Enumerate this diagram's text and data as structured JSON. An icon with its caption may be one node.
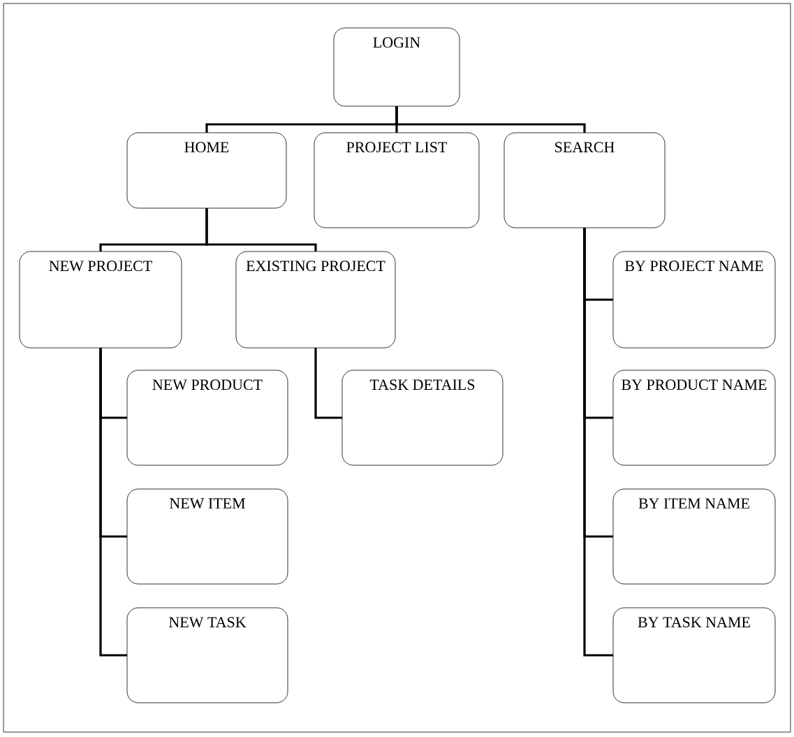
{
  "diagram": {
    "nodes": [
      {
        "text": [
          "LOGIN"
        ]
      },
      {
        "text": [
          "HOME"
        ]
      },
      {
        "text": [
          "PROJECT LIST"
        ]
      },
      {
        "text": [
          "SEARCH"
        ]
      },
      {
        "text": [
          "NEW PROJECT"
        ]
      },
      {
        "text": [
          "EXISTING PROJECT"
        ]
      },
      {
        "text": [
          "BY PROJECT NAME"
        ]
      },
      {
        "text": [
          "NEW PRODUCT"
        ]
      },
      {
        "text": [
          "TASK DETAILS"
        ]
      },
      {
        "text": [
          "BY PRODUCT NAME"
        ]
      },
      {
        "text": [
          "NEW ITEM"
        ]
      },
      {
        "text": [
          "BY ITEM NAME"
        ]
      },
      {
        "text": [
          "NEW TASK"
        ]
      },
      {
        "text": [
          "BY TASK NAME"
        ]
      }
    ],
    "edges": [
      {
        "from": 0,
        "to": 1,
        "arrow": "none"
      },
      {
        "from": 0,
        "to": 2,
        "arrow": "none"
      },
      {
        "from": 0,
        "to": 3,
        "arrow": "none"
      },
      {
        "from": 1,
        "to": 4,
        "arrow": "none"
      },
      {
        "from": 1,
        "to": 5,
        "arrow": "none"
      },
      {
        "from": 4,
        "to": 7,
        "arrow": "none"
      },
      {
        "from": 4,
        "to": 10,
        "arrow": "none"
      },
      {
        "from": 4,
        "to": 12,
        "arrow": "none"
      },
      {
        "from": 5,
        "to": 8,
        "arrow": "none"
      },
      {
        "from": 3,
        "to": 6,
        "arrow": "none"
      },
      {
        "from": 3,
        "to": 9,
        "arrow": "none"
      },
      {
        "from": 3,
        "to": 11,
        "arrow": "none"
      },
      {
        "from": 3,
        "to": 13,
        "arrow": "none"
      }
    ]
  }
}
